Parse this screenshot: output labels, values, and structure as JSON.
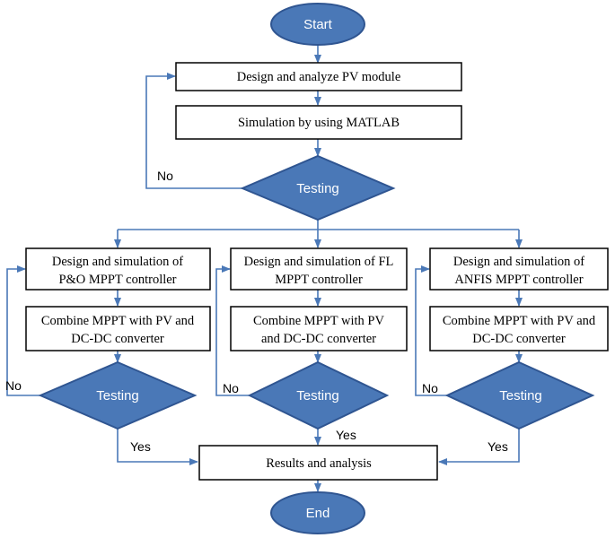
{
  "flowchart": {
    "start": "Start",
    "end": "End",
    "design_pv": "Design and analyze PV module",
    "simulation": "Simulation by using MATLAB",
    "testing_main": "Testing",
    "no_main": "No",
    "branches": [
      {
        "design_line1": "Design and simulation of",
        "design_line2": "P&O MPPT controller",
        "combine_line1": "Combine MPPT with PV and",
        "combine_line2": "DC-DC converter",
        "testing": "Testing",
        "no": "No",
        "yes": "Yes"
      },
      {
        "design_line1": "Design and simulation of FL",
        "design_line2": "MPPT controller",
        "combine_line1": "Combine MPPT with PV",
        "combine_line2": "and DC-DC converter",
        "testing": "Testing",
        "no": "No",
        "yes": "Yes"
      },
      {
        "design_line1": "Design and simulation of",
        "design_line2": "ANFIS MPPT controller",
        "combine_line1": "Combine MPPT with PV and",
        "combine_line2": "DC-DC converter",
        "testing": "Testing",
        "no": "No",
        "yes": "Yes"
      }
    ],
    "results": "Results and analysis"
  },
  "colors": {
    "shape_fill": "#4a78b7",
    "connector": "#4a78b7"
  }
}
